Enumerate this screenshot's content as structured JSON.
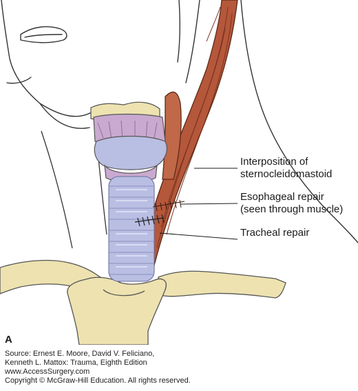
{
  "labels": {
    "interposition_line1": "Interposition of",
    "interposition_line2": "sternocleidomastoid",
    "esophageal_line1": "Esophageal repair",
    "esophageal_line2": "(seen through muscle)",
    "tracheal": "Tracheal repair"
  },
  "panel_letter": "A",
  "source": {
    "line1": "Source: Ernest E. Moore, David V. Feliciano,",
    "line2": "Kenneth L. Mattox: Trauma, Eighth Edition",
    "line3": "www.AccessSurgery.com",
    "line4": "Copyright © McGraw-Hill Education. All rights reserved."
  },
  "colors": {
    "muscle": "#b5573a",
    "trachea": "#b9bee3",
    "larynx_muscle": "#c9a9cf",
    "bone": "#ede2b0"
  }
}
